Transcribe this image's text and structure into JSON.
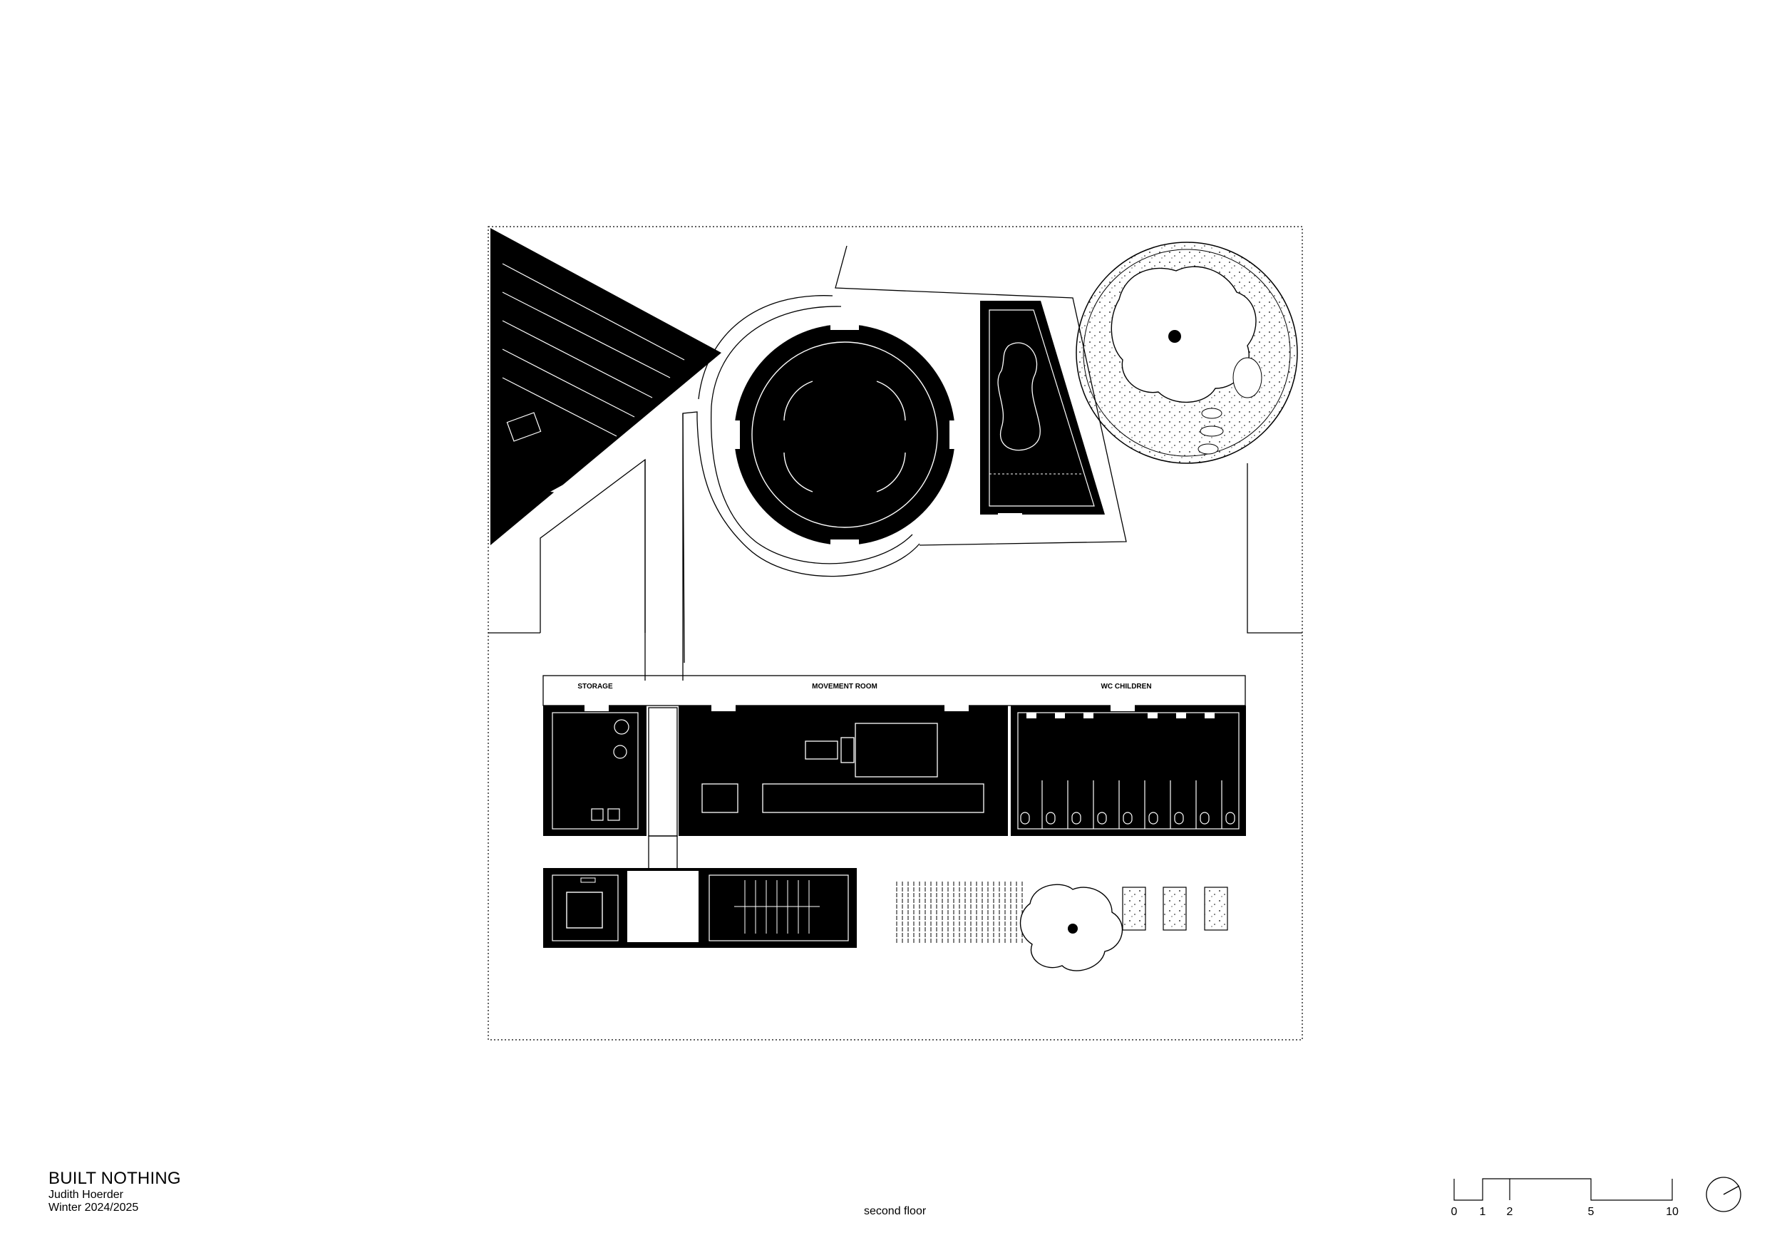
{
  "project": {
    "title": "BUILT NOTHING",
    "author": "Judith Hoerder",
    "term": "Winter 2024/2025"
  },
  "drawing": {
    "caption": "second floor",
    "rooms": {
      "storage": "STORAGE",
      "movement_room": "MOVEMENT ROOM",
      "wc_children": "WC CHILDREN"
    }
  },
  "scale_bar": {
    "labels": [
      "0",
      "1",
      "2",
      "5",
      "10"
    ]
  },
  "north_arrow": {
    "icon": "north-arrow-icon"
  },
  "colors": {
    "fill": "#000000",
    "background": "#ffffff",
    "line": "#000000"
  }
}
